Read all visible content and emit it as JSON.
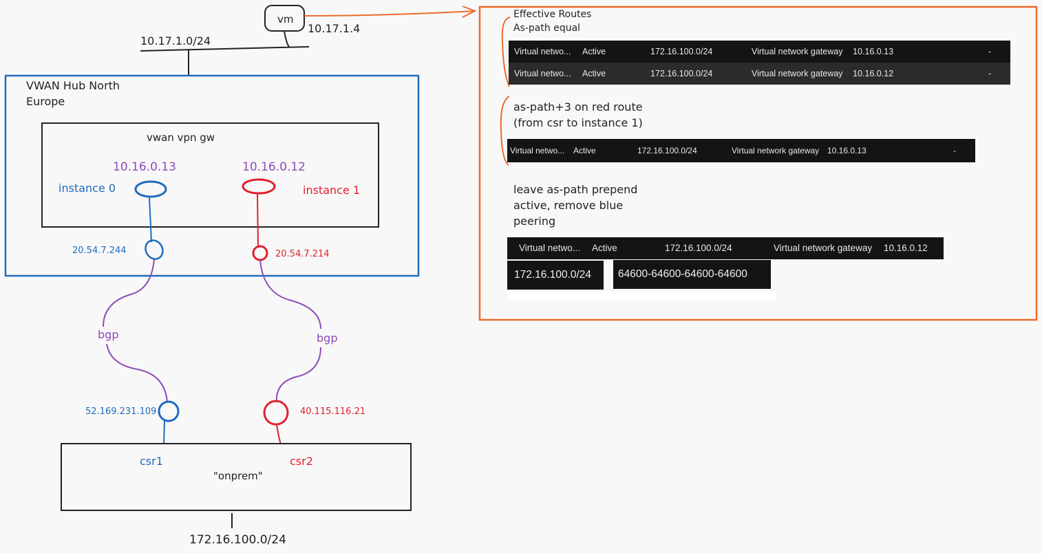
{
  "vm": {
    "label": "vm",
    "ip": "10.17.1.4",
    "subnet": "10.17.1.0/24"
  },
  "hub": {
    "title_line1": "VWAN Hub North",
    "title_line2": "Europe",
    "gateway_label": "vwan vpn gw",
    "instance0": {
      "label": "instance 0",
      "private_ip": "10.16.0.13",
      "public_ip": "20.54.7.244"
    },
    "instance1": {
      "label": "instance 1",
      "private_ip": "10.16.0.12",
      "public_ip": "20.54.7.214"
    }
  },
  "bgp_left": "bgp",
  "bgp_right": "bgp",
  "onprem": {
    "label": "\"onprem\"",
    "prefix": "172.16.100.0/24",
    "csr1": {
      "label": "csr1",
      "ip": "52.169.231.109"
    },
    "csr2": {
      "label": "csr2",
      "ip": "40.115.116.21"
    }
  },
  "effective_routes": {
    "title": "Effective Routes",
    "subtitle": "As-path equal",
    "rows": [
      {
        "source": "Virtual netwo...",
        "state": "Active",
        "prefix": "172.16.100.0/24",
        "next_hop_type": "Virtual network gateway",
        "next_hop_ip": "10.16.0.13",
        "extra": "-"
      },
      {
        "source": "Virtual netwo...",
        "state": "Active",
        "prefix": "172.16.100.0/24",
        "next_hop_type": "Virtual network gateway",
        "next_hop_ip": "10.16.0.12",
        "extra": "-"
      }
    ]
  },
  "note_prepend": {
    "line1": "as-path+3 on red route",
    "line2": "(from csr to instance 1)",
    "row": {
      "source": "Virtual netwo...",
      "state": "Active",
      "prefix": "172.16.100.0/24",
      "next_hop_type": "Virtual network gateway",
      "next_hop_ip": "10.16.0.13",
      "extra": "-"
    }
  },
  "note_remove": {
    "line1": "leave as-path prepend",
    "line2": "active, remove blue",
    "line3": "peering",
    "row": {
      "source": "Virtual netwo...",
      "state": "Active",
      "prefix": "172.16.100.0/24",
      "next_hop_type": "Virtual network gateway",
      "next_hop_ip": "10.16.0.12"
    },
    "prefix_cell": "172.16.100.0/24",
    "as_path_cell": "64600-64600-64600-64600"
  },
  "colors": {
    "blue": "#1f6bbd",
    "red": "#e0202e",
    "purple": "#8e4bb8",
    "orange": "#ec6a2c",
    "table_bg": "#141414"
  }
}
